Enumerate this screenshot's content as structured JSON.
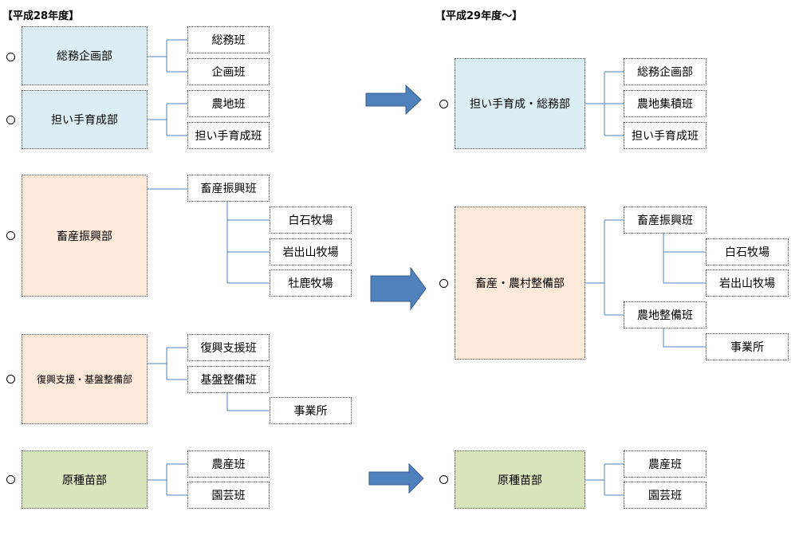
{
  "before": {
    "heading": "【平成28年度】",
    "depts": [
      {
        "name": "総務企画部",
        "units": [
          "総務班",
          "企画班"
        ]
      },
      {
        "name": "担い手育成部",
        "units": [
          "農地班",
          "担い手育成班"
        ]
      },
      {
        "name": "畜産振興部",
        "unit": "畜産振興班",
        "subunits": [
          "白石牧場",
          "岩出山牧場",
          "牡鹿牧場"
        ]
      },
      {
        "name": "復興支援・基盤整備部",
        "units": [
          "復興支援班",
          "基盤整備班"
        ],
        "subunit": "事業所"
      },
      {
        "name": "原種苗部",
        "units": [
          "農産班",
          "園芸班"
        ]
      }
    ]
  },
  "after": {
    "heading": "【平成29年度～】",
    "depts": [
      {
        "name": "担い手育成・総務部",
        "units": [
          "総務企画部",
          "農地集積班",
          "担い手育成班"
        ]
      },
      {
        "name": "畜産・農村整備部",
        "unit1": "畜産振興班",
        "subunits1": [
          "白石牧場",
          "岩出山牧場"
        ],
        "unit2": "農地整備班",
        "subunit2": "事業所"
      },
      {
        "name": "原種苗部",
        "units": [
          "農産班",
          "園芸班"
        ]
      }
    ]
  },
  "colors": {
    "blue_fill": "#dbeef3",
    "peach_fill": "#fde9d9",
    "green_fill": "#d7e4bc",
    "arrow": "#4f81bd",
    "connector": "#4f81bd"
  }
}
